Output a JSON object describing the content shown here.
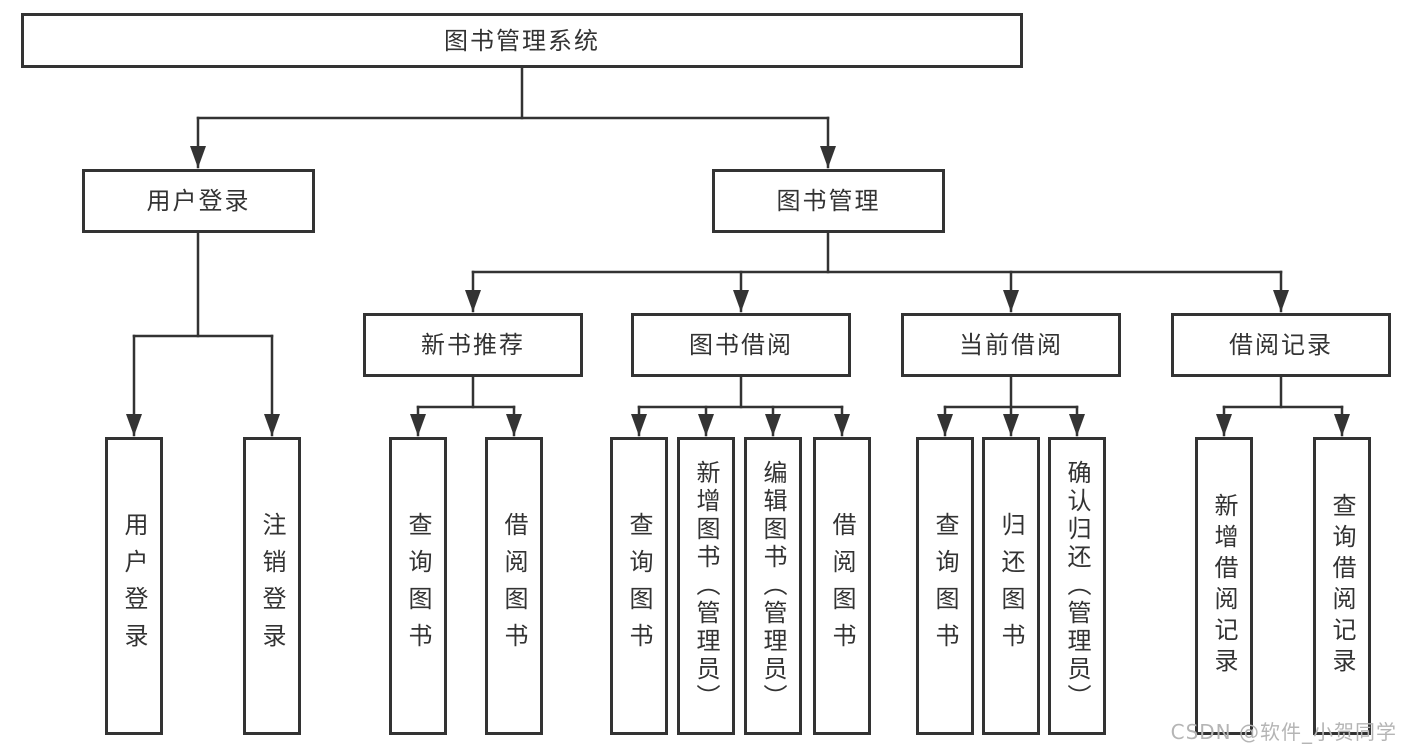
{
  "diagram": {
    "root": {
      "label": "图书管理系统"
    },
    "branches": [
      {
        "label": "用户登录",
        "children": [
          {
            "label": "用户登录"
          },
          {
            "label": "注销登录"
          }
        ]
      },
      {
        "label": "图书管理",
        "children": [
          {
            "label": "新书推荐",
            "children": [
              {
                "label": "查询图书"
              },
              {
                "label": "借阅图书"
              }
            ]
          },
          {
            "label": "图书借阅",
            "children": [
              {
                "label": "查询图书"
              },
              {
                "label": "新增图书（管理员）"
              },
              {
                "label": "编辑图书（管理员）"
              },
              {
                "label": "借阅图书"
              }
            ]
          },
          {
            "label": "当前借阅",
            "children": [
              {
                "label": "查询图书"
              },
              {
                "label": "归还图书"
              },
              {
                "label": "确认归还（管理员）"
              }
            ]
          },
          {
            "label": "借阅记录",
            "children": [
              {
                "label": "新增借阅记录"
              },
              {
                "label": "查询借阅记录"
              }
            ]
          }
        ]
      }
    ]
  },
  "watermark": {
    "text": "CSDN @软件_小贺同学"
  },
  "colors": {
    "line": "#333333",
    "node_border": "#333333",
    "text": "#333333",
    "watermark_text": "#b5b5b5",
    "background": "#ffffff"
  }
}
